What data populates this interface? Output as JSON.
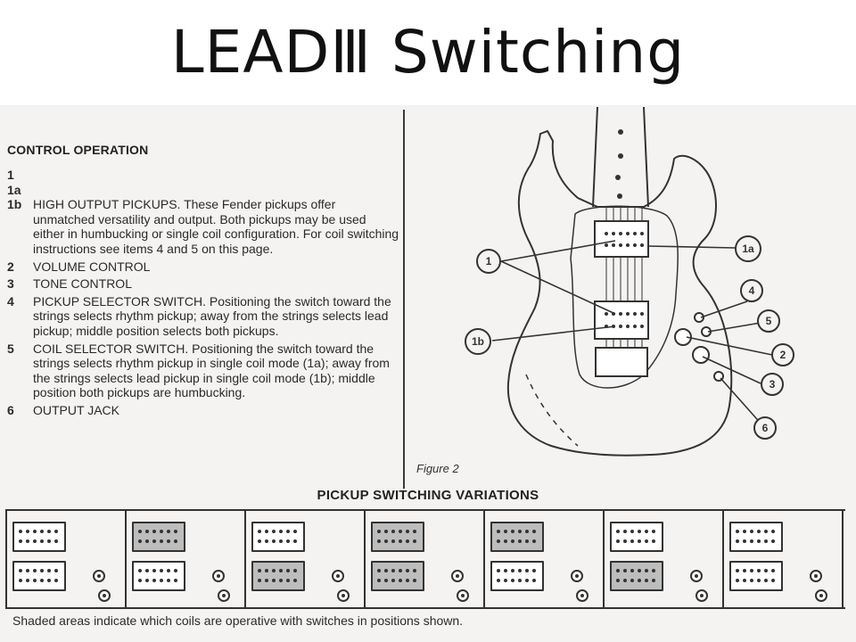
{
  "title": "LEADⅢ Switching",
  "control_operation": {
    "heading": "CONTROL OPERATION",
    "items": [
      {
        "num": "1",
        "text": ""
      },
      {
        "num": "1a",
        "text": ""
      },
      {
        "num": "1b",
        "text": "HIGH OUTPUT PICKUPS. These Fender pickups offer unmatched versatility and output. Both pickups may be used either in humbucking or single coil configuration. For coil switching instructions see items 4 and 5 on this page."
      },
      {
        "num": "2",
        "text": "VOLUME CONTROL"
      },
      {
        "num": "3",
        "text": "TONE CONTROL"
      },
      {
        "num": "4",
        "text": "PICKUP SELECTOR SWITCH. Positioning the switch toward the strings selects rhythm pickup; away from the strings selects lead pickup; middle position selects both pickups."
      },
      {
        "num": "5",
        "text": "COIL SELECTOR SWITCH. Positioning the switch toward the strings selects rhythm pickup in single coil mode (1a); away from the strings selects lead pickup in single coil mode (1b); middle position both pickups are humbucking."
      },
      {
        "num": "6",
        "text": "OUTPUT JACK"
      }
    ]
  },
  "figure": {
    "caption": "Figure 2",
    "callouts": [
      "1",
      "1a",
      "1b",
      "2",
      "3",
      "4",
      "5",
      "6"
    ]
  },
  "variations": {
    "heading": "PICKUP SWITCHING VARIATIONS",
    "columns": [
      {
        "top_shaded": false,
        "bottom_shaded": false
      },
      {
        "top_shaded": true,
        "bottom_shaded": false
      },
      {
        "top_shaded": false,
        "bottom_shaded": true
      },
      {
        "top_shaded": true,
        "bottom_shaded": true
      },
      {
        "top_shaded": true,
        "bottom_shaded": false
      },
      {
        "top_shaded": false,
        "bottom_shaded": true
      },
      {
        "top_shaded": false,
        "bottom_shaded": false
      }
    ],
    "footnote": "Shaded areas indicate which coils are operative with switches in positions shown."
  }
}
